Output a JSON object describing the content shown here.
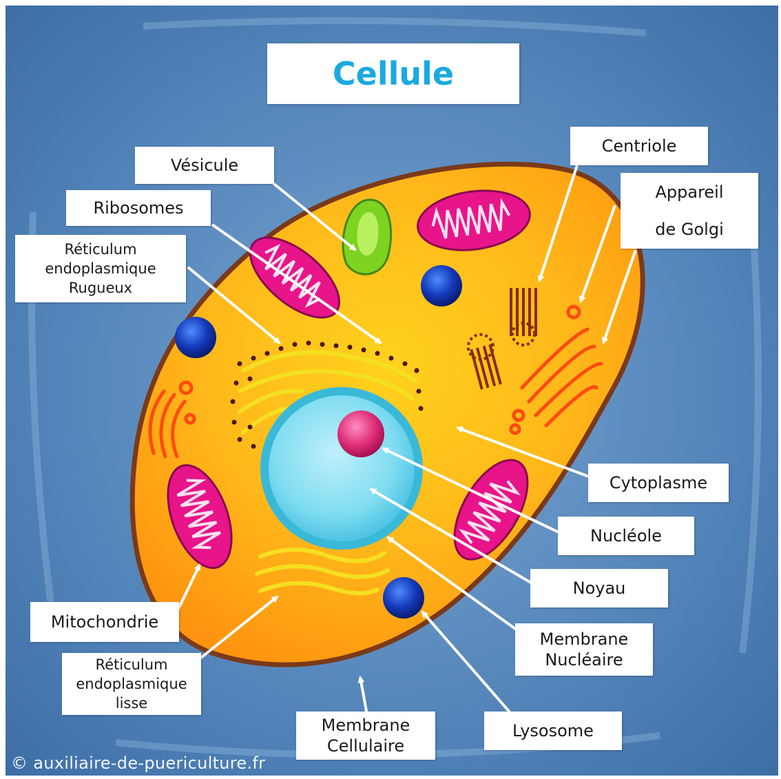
{
  "title": "Cellule",
  "copyright": "© auxiliaire-de-puericulture.fr",
  "labels": {
    "vesicule": "Vésicule",
    "ribosomes": "Ribosomes",
    "reticulum_rugueux": "Réticulum\nendoplasmique\nRugueux",
    "centriole": "Centriole",
    "appareil_golgi": "Appareil\n\nde Golgi",
    "cytoplasme": "Cytoplasme",
    "nucleole": "Nucléole",
    "noyau": "Noyau",
    "membrane_nucleaire": "Membrane\nNucléaire",
    "mitochondrie": "Mitochondrie",
    "reticulum_lisse": "Réticulum\nendoplasmique\nlisse",
    "membrane_cellulaire": "Membrane\nCellulaire",
    "lysosome": "Lysosome"
  },
  "colors": {
    "background": "#4a7ab0",
    "cell_outer": "#ff9f1c",
    "cell_inner": "#ffc21a",
    "cell_membrane": "#7a3a1a",
    "mitochondria": "#e8148a",
    "nucleus": "#6fd6ee",
    "nucleolus": "#e0307a",
    "lysosome": "#1438b8",
    "vesicle": "#7ed321",
    "er": "#f4e020",
    "golgi": "#ff4a10",
    "centriole": "#8a2a10",
    "title": "#1aa9e0"
  }
}
